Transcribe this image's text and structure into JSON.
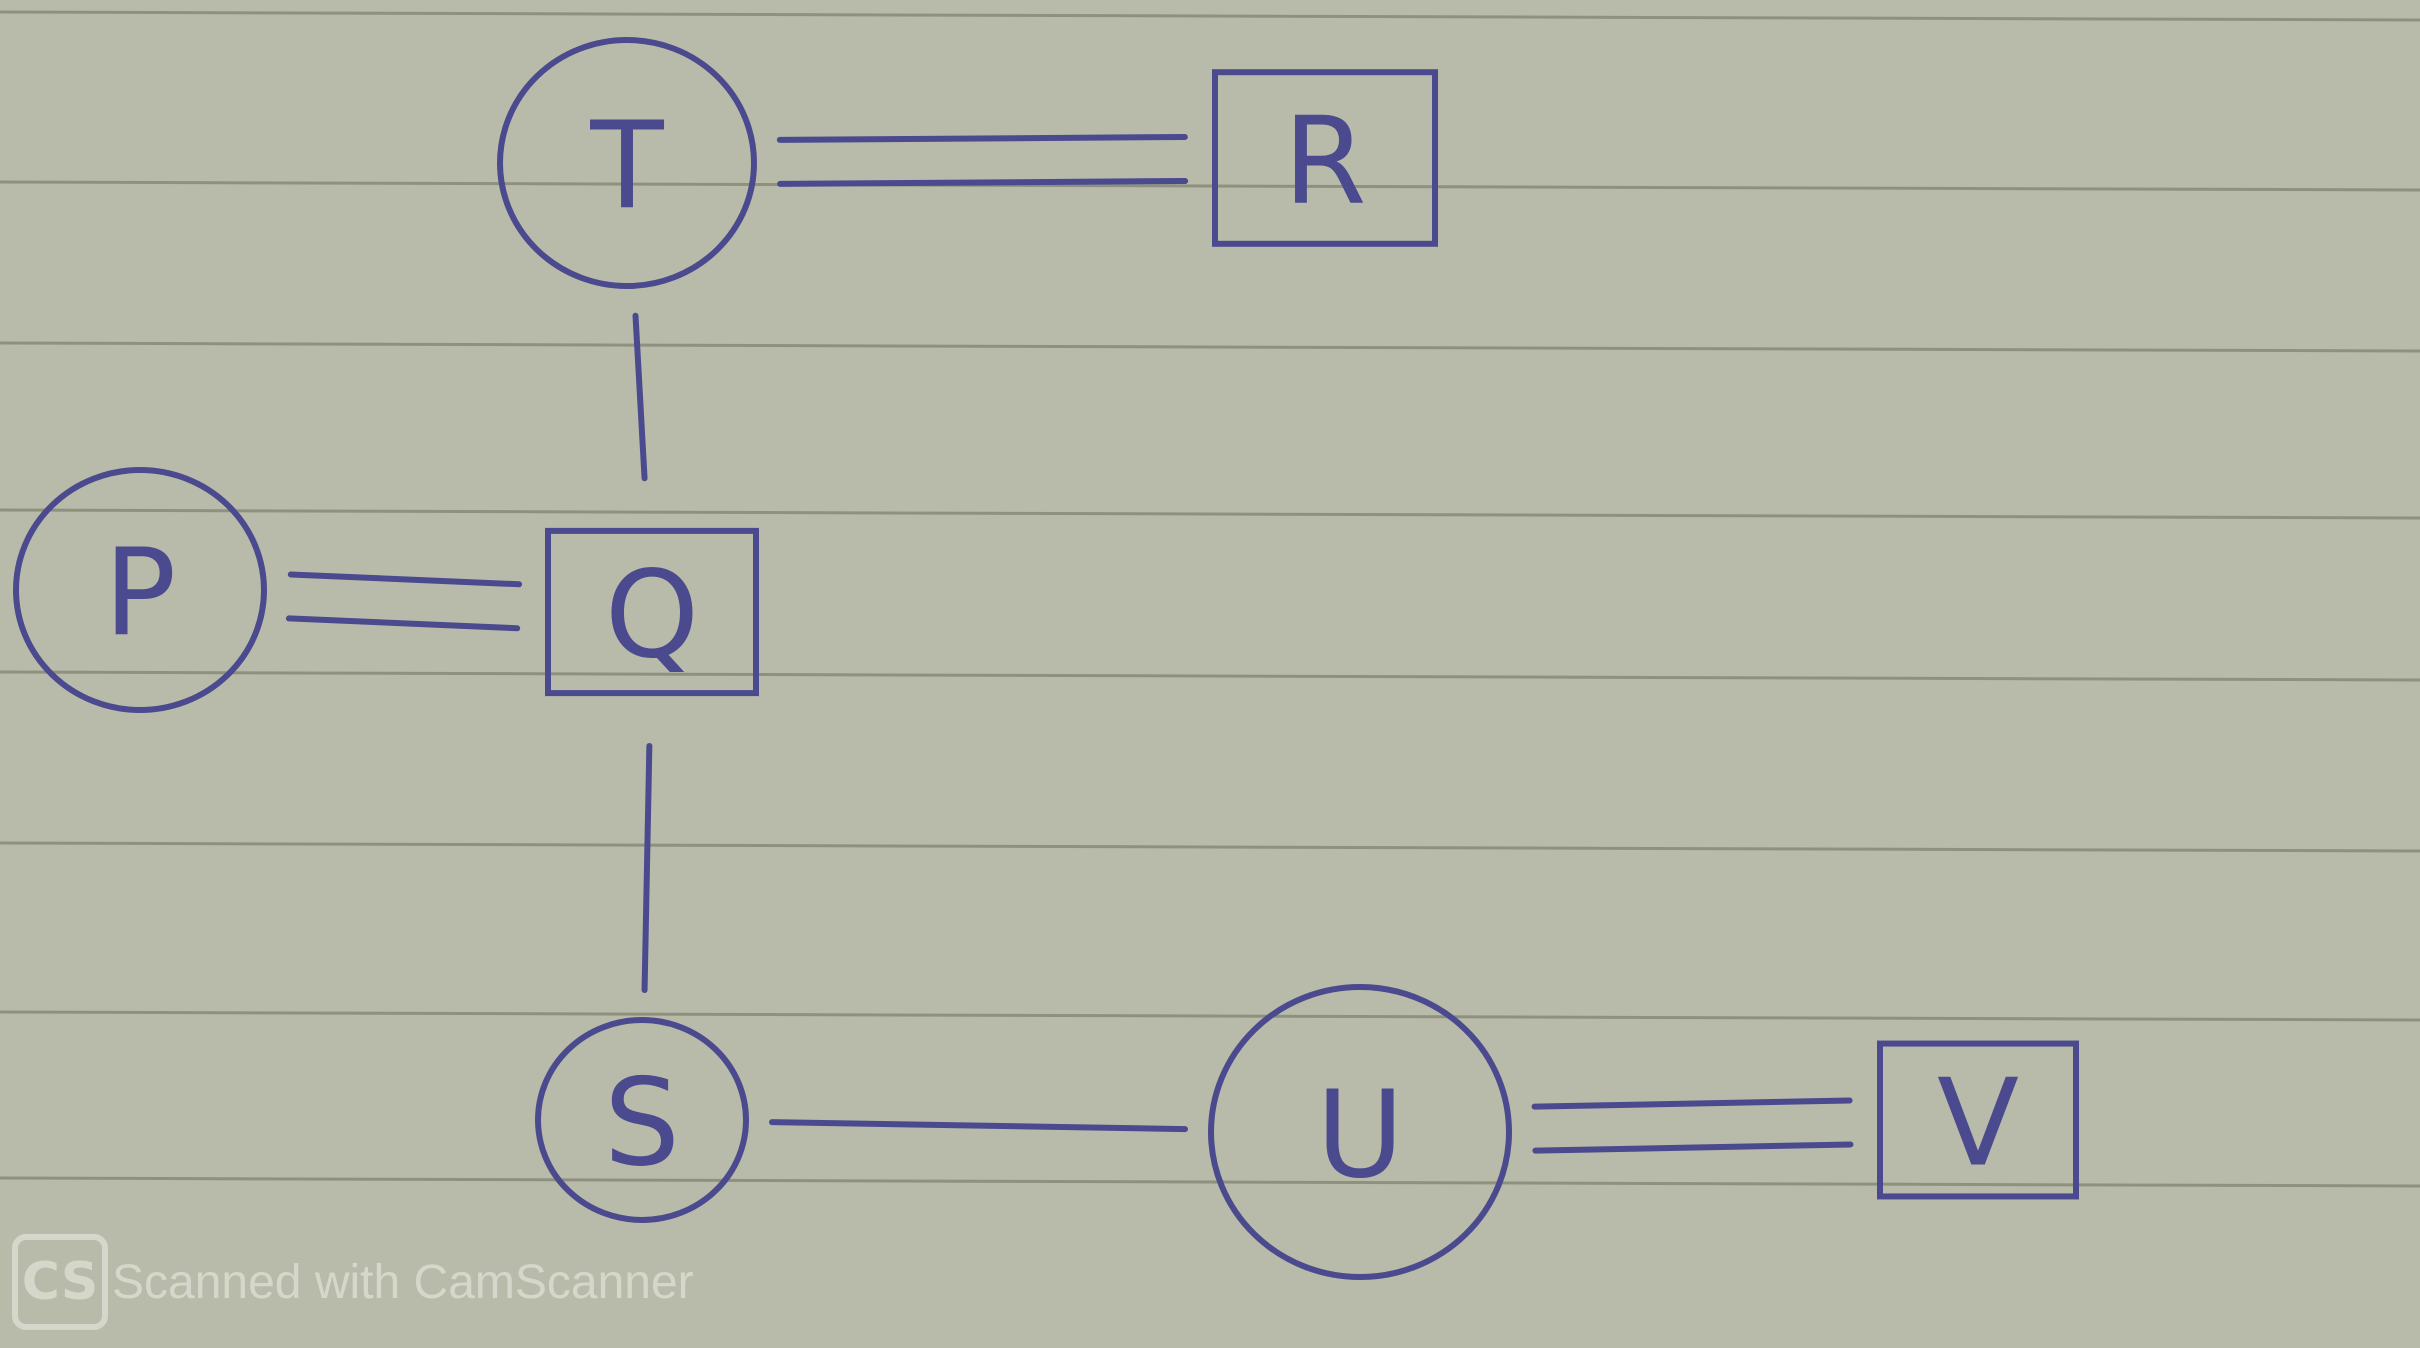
{
  "diagram": {
    "nodes": [
      {
        "id": "T",
        "label": "T",
        "shape": "circle"
      },
      {
        "id": "R",
        "label": "R",
        "shape": "square"
      },
      {
        "id": "P",
        "label": "P",
        "shape": "circle"
      },
      {
        "id": "Q",
        "label": "Q",
        "shape": "square"
      },
      {
        "id": "S",
        "label": "S",
        "shape": "circle"
      },
      {
        "id": "U",
        "label": "U",
        "shape": "circle"
      },
      {
        "id": "V",
        "label": "V",
        "shape": "square"
      }
    ],
    "edges": [
      {
        "from": "T",
        "to": "R",
        "type": "double"
      },
      {
        "from": "T",
        "to": "Q",
        "type": "single"
      },
      {
        "from": "P",
        "to": "Q",
        "type": "double"
      },
      {
        "from": "Q",
        "to": "S",
        "type": "single"
      },
      {
        "from": "S",
        "to": "U",
        "type": "single"
      },
      {
        "from": "U",
        "to": "V",
        "type": "double"
      }
    ]
  },
  "watermark": {
    "logo_text": "CS",
    "text": "Scanned with CamScanner"
  },
  "colors": {
    "ink": "#4b4a8e",
    "paper": "#b8bba9",
    "rule_line": "#8f917f",
    "watermark": "#e9ebe3"
  }
}
